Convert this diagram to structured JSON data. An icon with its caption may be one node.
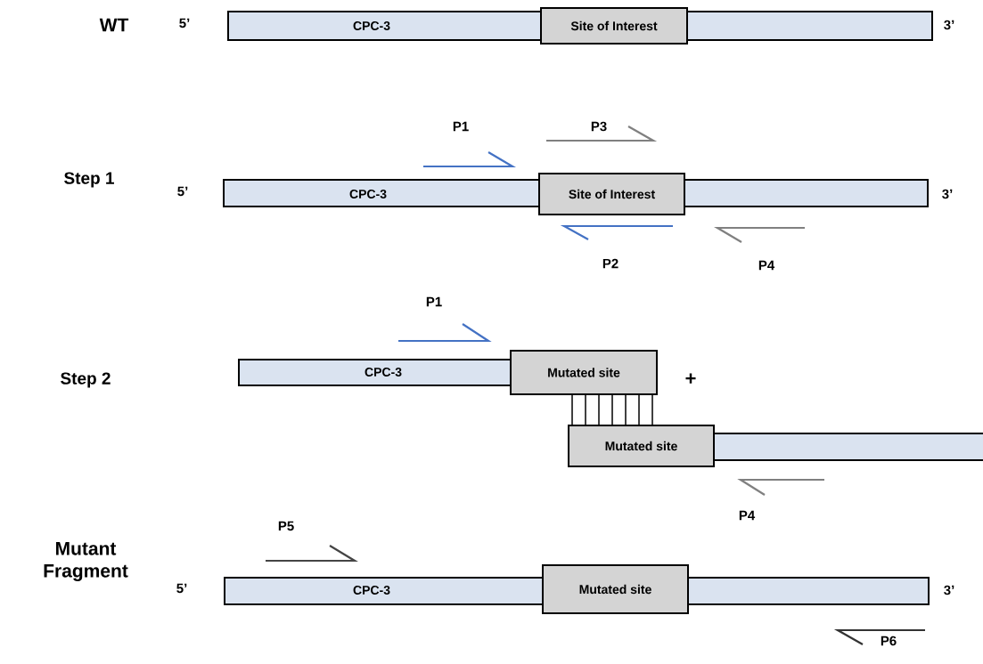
{
  "diagram": {
    "nodes": [
      {
        "text": [
          "CPC-3"
        ]
      },
      {
        "text": [
          "Site of Interest"
        ]
      },
      {
        "text": [
          "CPC-3"
        ]
      },
      {
        "text": [
          "Site of Interest"
        ]
      },
      {
        "text": [
          "CPC-3"
        ]
      },
      {
        "text": [
          "Mutated site"
        ]
      },
      {
        "text": [
          "Mutated site"
        ]
      },
      {
        "text": [],
        "shape": "bar"
      },
      {
        "text": [
          "CPC-3"
        ]
      },
      {
        "text": [
          "Mutated site"
        ]
      }
    ],
    "edges": [
      {
        "from": 5,
        "to": 6,
        "arrow": "none"
      },
      {
        "from": 5,
        "to": 6,
        "arrow": "none"
      },
      {
        "from": 5,
        "to": 6,
        "arrow": "none"
      },
      {
        "from": 5,
        "to": 6,
        "arrow": "none"
      },
      {
        "from": 5,
        "to": 6,
        "arrow": "none"
      },
      {
        "from": 5,
        "to": 6,
        "arrow": "none"
      },
      {
        "from": 5,
        "to": 6,
        "arrow": "none"
      }
    ],
    "labels": [
      "WT",
      "5’",
      "3’",
      "P1",
      "P3",
      "Step 1",
      "5’",
      "3’",
      "P2",
      "P4",
      "P1",
      "Step 2",
      "+",
      "P4",
      "P5",
      "Mutant Fragment",
      "5’",
      "3’",
      "P6"
    ]
  }
}
